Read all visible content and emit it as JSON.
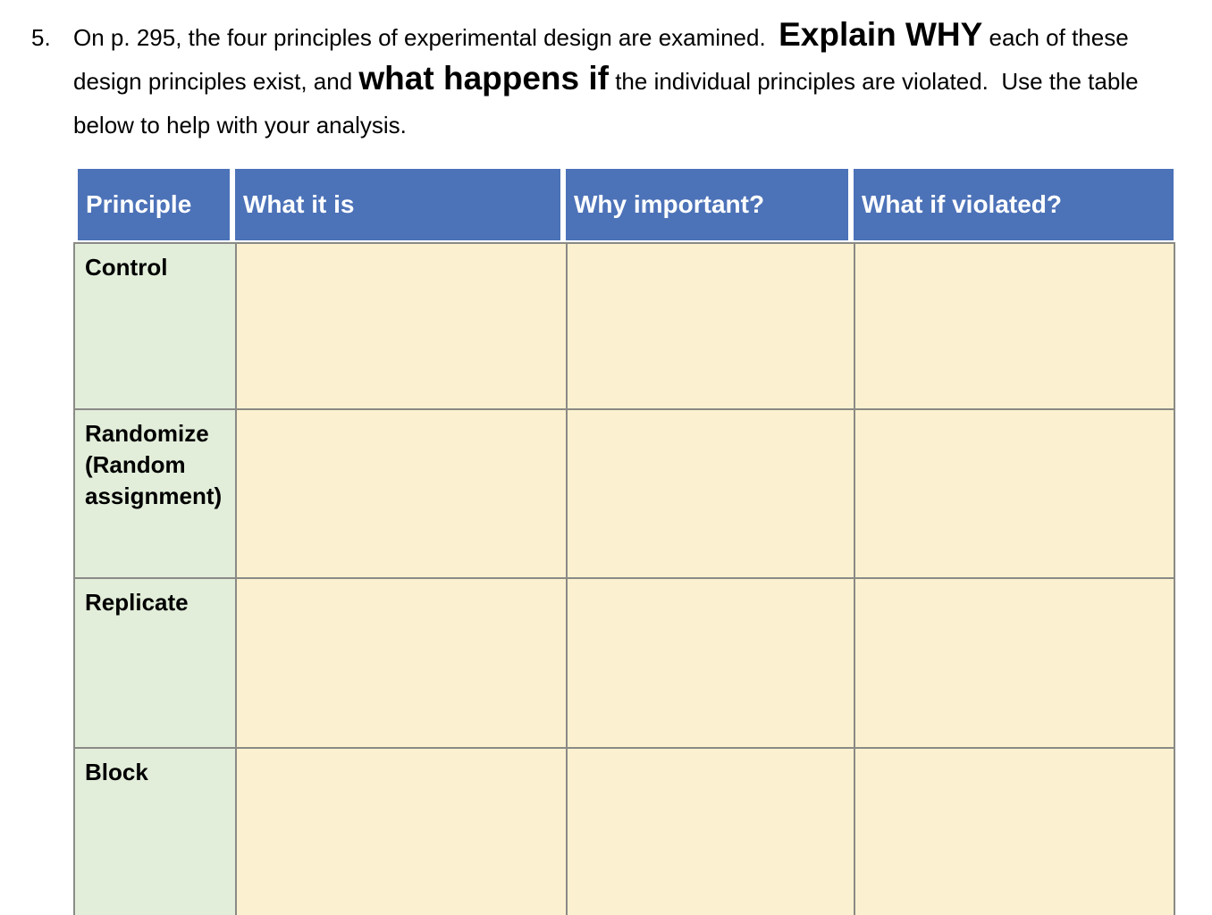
{
  "question": {
    "number": "5.",
    "part1": "On p. 295, the four principles of experimental design are examined.  ",
    "emphasis1": "Explain WHY",
    "part2": " each of these design principles exist, and ",
    "emphasis2": "what happens if",
    "part3": " the individual principles are violated.  Use the table below to help with your analysis."
  },
  "table": {
    "headers": [
      "Principle",
      "What it is",
      "Why important?",
      "What if violated?"
    ],
    "rows": [
      {
        "principle": "Control",
        "answers": [
          "",
          "",
          ""
        ]
      },
      {
        "principle": "Randomize (Random assignment)",
        "answers": [
          "",
          "",
          ""
        ]
      },
      {
        "principle": "Replicate",
        "answers": [
          "",
          "",
          ""
        ]
      },
      {
        "principle": "Block",
        "answers": [
          "",
          "",
          ""
        ]
      }
    ]
  },
  "colors": {
    "header_blue": "#4C72B8",
    "label_green": "#E2EEDA",
    "answer_cream": "#FBF1D0",
    "border_gray": "#8a8a86",
    "header_text": "#ffffff"
  }
}
